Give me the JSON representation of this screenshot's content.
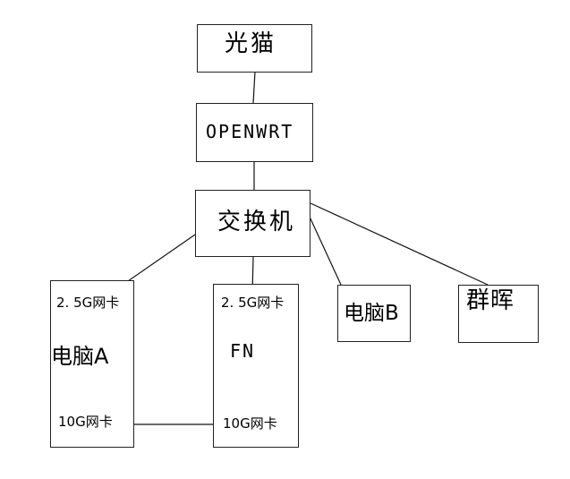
{
  "nodes": {
    "modem": "光猫",
    "router": "OPENWRT",
    "switch": "交换机",
    "pc_b": "电脑B",
    "nas": "群晖",
    "pc_a": {
      "name": "电脑A",
      "nic_top": "2. 5G网卡",
      "nic_bottom": "10G网卡"
    },
    "fn": {
      "name": "FN",
      "nic_top": "2. 5G网卡",
      "nic_bottom": "10G网卡"
    }
  }
}
